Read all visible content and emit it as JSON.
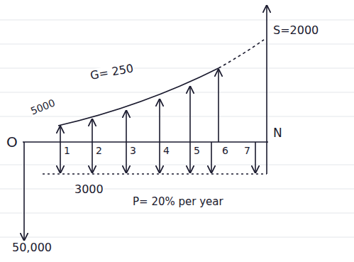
{
  "diagram": {
    "labels": [
      "O",
      "1",
      "2",
      "3",
      "4",
      "5",
      "6",
      "7",
      "N",
      "5000",
      "G= 250",
      "S=2000",
      "3000",
      "P= 20% per year",
      "50,000"
    ]
  }
}
